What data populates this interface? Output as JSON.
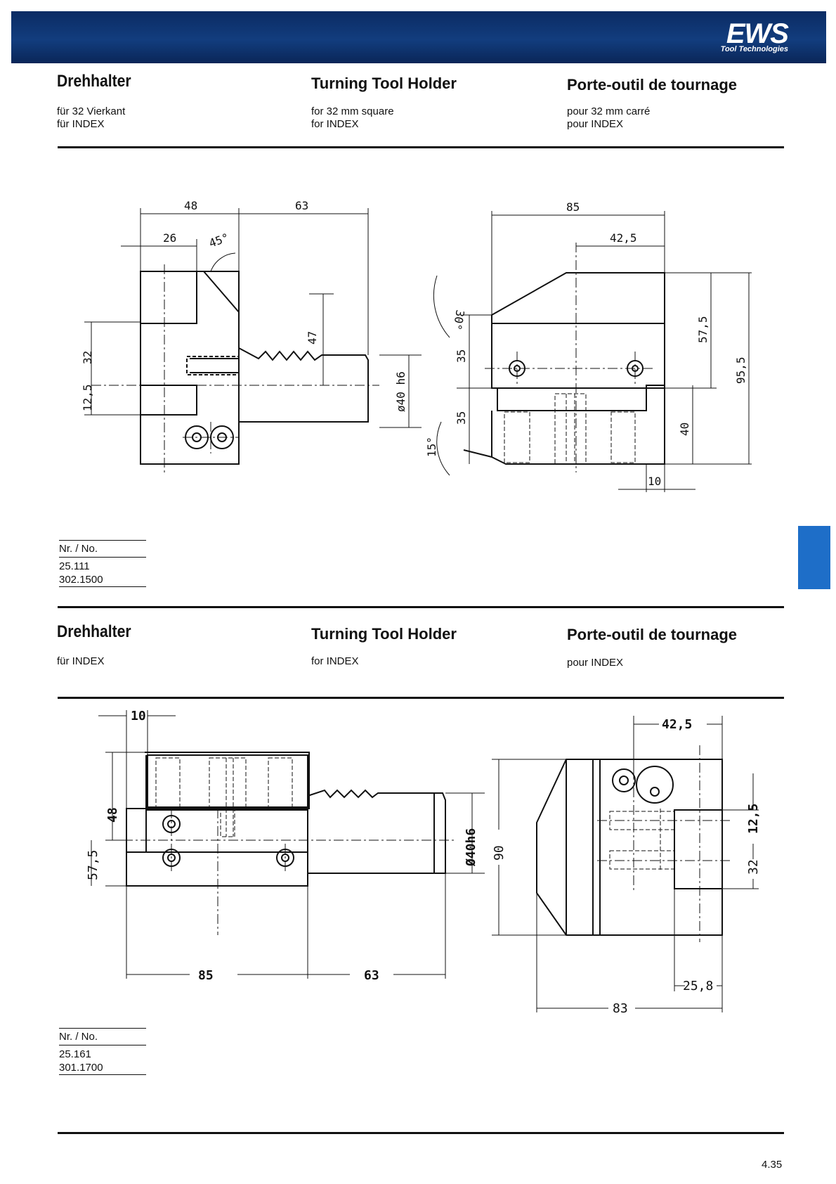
{
  "brand": {
    "name": "EWS",
    "tagline": "Tool Technologies"
  },
  "section1": {
    "title_de": "Drehhalter",
    "title_en": "Turning Tool Holder",
    "title_fr": "Porte-outil de tournage",
    "sub_de_1": "für 32 Vierkant",
    "sub_de_2": "für INDEX",
    "sub_en_1": "for 32 mm square",
    "sub_en_2": "for INDEX",
    "sub_fr_1": "pour 32 mm carré",
    "sub_fr_2": "pour INDEX",
    "nr_label": "Nr. / No.",
    "nr_1": "25.111",
    "nr_2": "302.1500",
    "dims": {
      "d48": "48",
      "d63": "63",
      "d26": "26",
      "d45": "45°",
      "d47": "47",
      "d32": "32",
      "d125": "12,5",
      "d40h6": "ø40 h6",
      "d85": "85",
      "d425": "42,5",
      "d30": "30°",
      "d35a": "35",
      "d35b": "35",
      "d575": "57,5",
      "d955": "95,5",
      "d40": "40",
      "d15": "15°",
      "d10": "10"
    }
  },
  "section2": {
    "title_de": "Drehhalter",
    "title_en": "Turning Tool Holder",
    "title_fr": "Porte-outil de tournage",
    "sub_de": "für INDEX",
    "sub_en": "for INDEX",
    "sub_fr": "pour INDEX",
    "nr_label": "Nr. / No.",
    "nr_1": "25.161",
    "nr_2": "301.1700",
    "dims": {
      "d10": "10",
      "d48": "48",
      "d575": "57,5",
      "d40h6": "Ø40h6",
      "d85": "85",
      "d63": "63",
      "d425": "42,5",
      "d90": "90",
      "d125": "12,5",
      "d32": "32",
      "d258": "25,8",
      "d83": "83"
    }
  },
  "page_number": "4.35"
}
